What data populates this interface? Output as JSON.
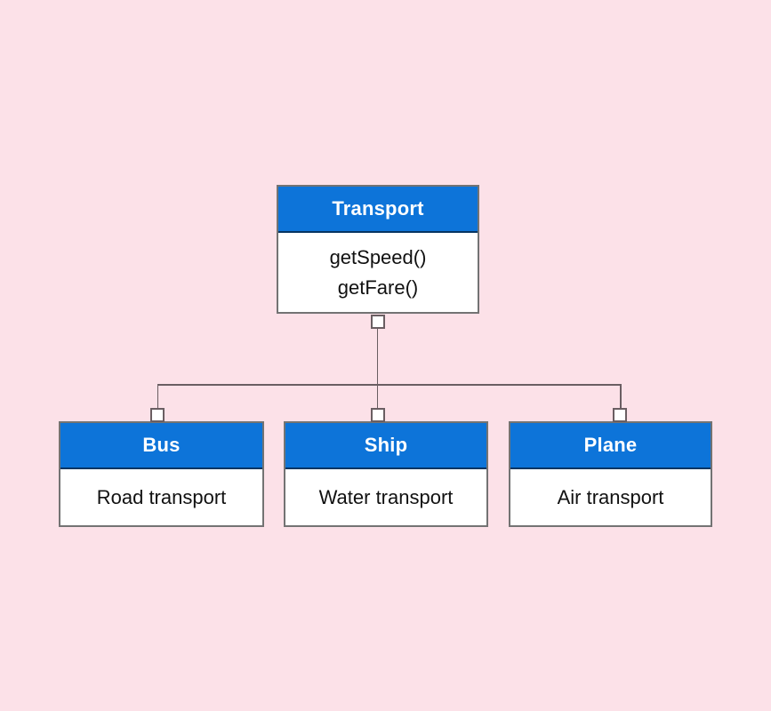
{
  "diagram": {
    "type": "class-inheritance-diagram",
    "colors": {
      "bg": "#fce1e8",
      "header_fill": "#0d74d9",
      "header_text": "#ffffff",
      "body_fill": "#ffffff",
      "body_text": "#111111",
      "border": "rgba(0,0,0,0.55)",
      "line": "#6a5e62"
    },
    "parent": {
      "title": "Transport",
      "members": [
        "getSpeed()",
        "getFare()"
      ]
    },
    "children": [
      {
        "title": "Bus",
        "description": "Road transport"
      },
      {
        "title": "Ship",
        "description": "Water transport"
      },
      {
        "title": "Plane",
        "description": "Air transport"
      }
    ]
  }
}
